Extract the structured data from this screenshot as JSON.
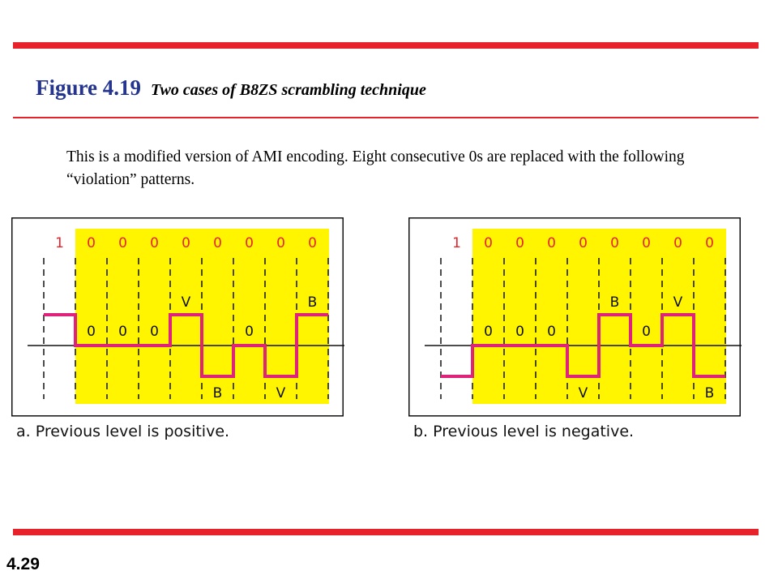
{
  "title": {
    "figure_number": "Figure 4.19",
    "caption": "Two cases of B8ZS scrambling technique"
  },
  "description": "This is a modified version of AMI encoding.  Eight consecutive 0s are replaced with the following “violation” patterns.",
  "slide_number": "4.29",
  "colors": {
    "accent_red": "#e8222a",
    "figure_title_blue": "#24348f",
    "signal_magenta": "#e0237a",
    "highlight_yellow": "#fff500"
  },
  "diagrams": [
    {
      "caption": "a. Previous level is positive.",
      "bits": [
        "1",
        "0",
        "0",
        "0",
        "0",
        "0",
        "0",
        "0",
        "0"
      ],
      "levels": [
        1,
        0,
        0,
        0,
        1,
        -1,
        0,
        -1,
        1
      ],
      "symbols": [
        {
          "text": "0",
          "bit": 1
        },
        {
          "text": "0",
          "bit": 2
        },
        {
          "text": "0",
          "bit": 3
        },
        {
          "text": "V",
          "bit": 4
        },
        {
          "text": "B",
          "bit": 5
        },
        {
          "text": "0",
          "bit": 6
        },
        {
          "text": "V",
          "bit": 7
        },
        {
          "text": "B",
          "bit": 8
        }
      ]
    },
    {
      "caption": "b. Previous level is negative.",
      "bits": [
        "1",
        "0",
        "0",
        "0",
        "0",
        "0",
        "0",
        "0",
        "0"
      ],
      "levels": [
        -1,
        0,
        0,
        0,
        -1,
        1,
        0,
        1,
        -1
      ],
      "symbols": [
        {
          "text": "0",
          "bit": 1
        },
        {
          "text": "0",
          "bit": 2
        },
        {
          "text": "0",
          "bit": 3
        },
        {
          "text": "V",
          "bit": 4
        },
        {
          "text": "B",
          "bit": 5
        },
        {
          "text": "0",
          "bit": 6
        },
        {
          "text": "V",
          "bit": 7
        },
        {
          "text": "B",
          "bit": 8
        }
      ]
    }
  ]
}
